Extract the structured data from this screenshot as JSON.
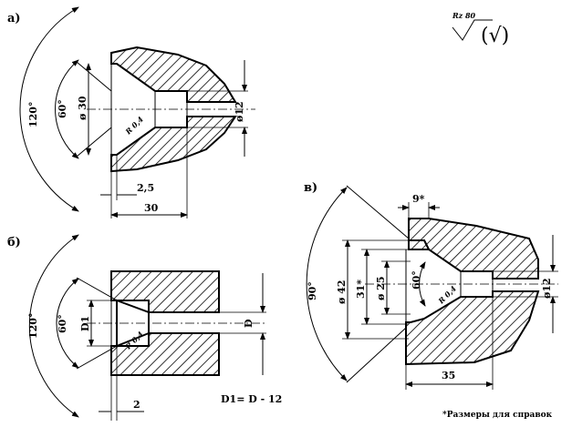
{
  "roughness": {
    "param": "Rz 80",
    "suffix": "(√)"
  },
  "views": {
    "a": {
      "label": "а)",
      "angle_outer": "120°",
      "angle_inner": "60°",
      "dia_cone": "ø 30",
      "dia_hole": "ø12",
      "radius": "R 0,4",
      "len_step": "2,5",
      "len_total": "30"
    },
    "b": {
      "label": "б)",
      "angle_outer": "120°",
      "angle_inner": "60°",
      "dia_cone": "D1",
      "dia_hole": "D",
      "radius": "R 0,4",
      "len_step": "2",
      "formula": "D1= D - 12"
    },
    "v": {
      "label": "в)",
      "angle_outer": "90°",
      "angle_inner": "60°",
      "dia_outer": "ø 42",
      "dia_mid": "31*",
      "dia_cone": "ø 25",
      "dia_hole": "ø12",
      "radius": "R 0,4",
      "len_step": "9*",
      "len_total": "35"
    }
  },
  "footnote": "*Размеры для справок"
}
